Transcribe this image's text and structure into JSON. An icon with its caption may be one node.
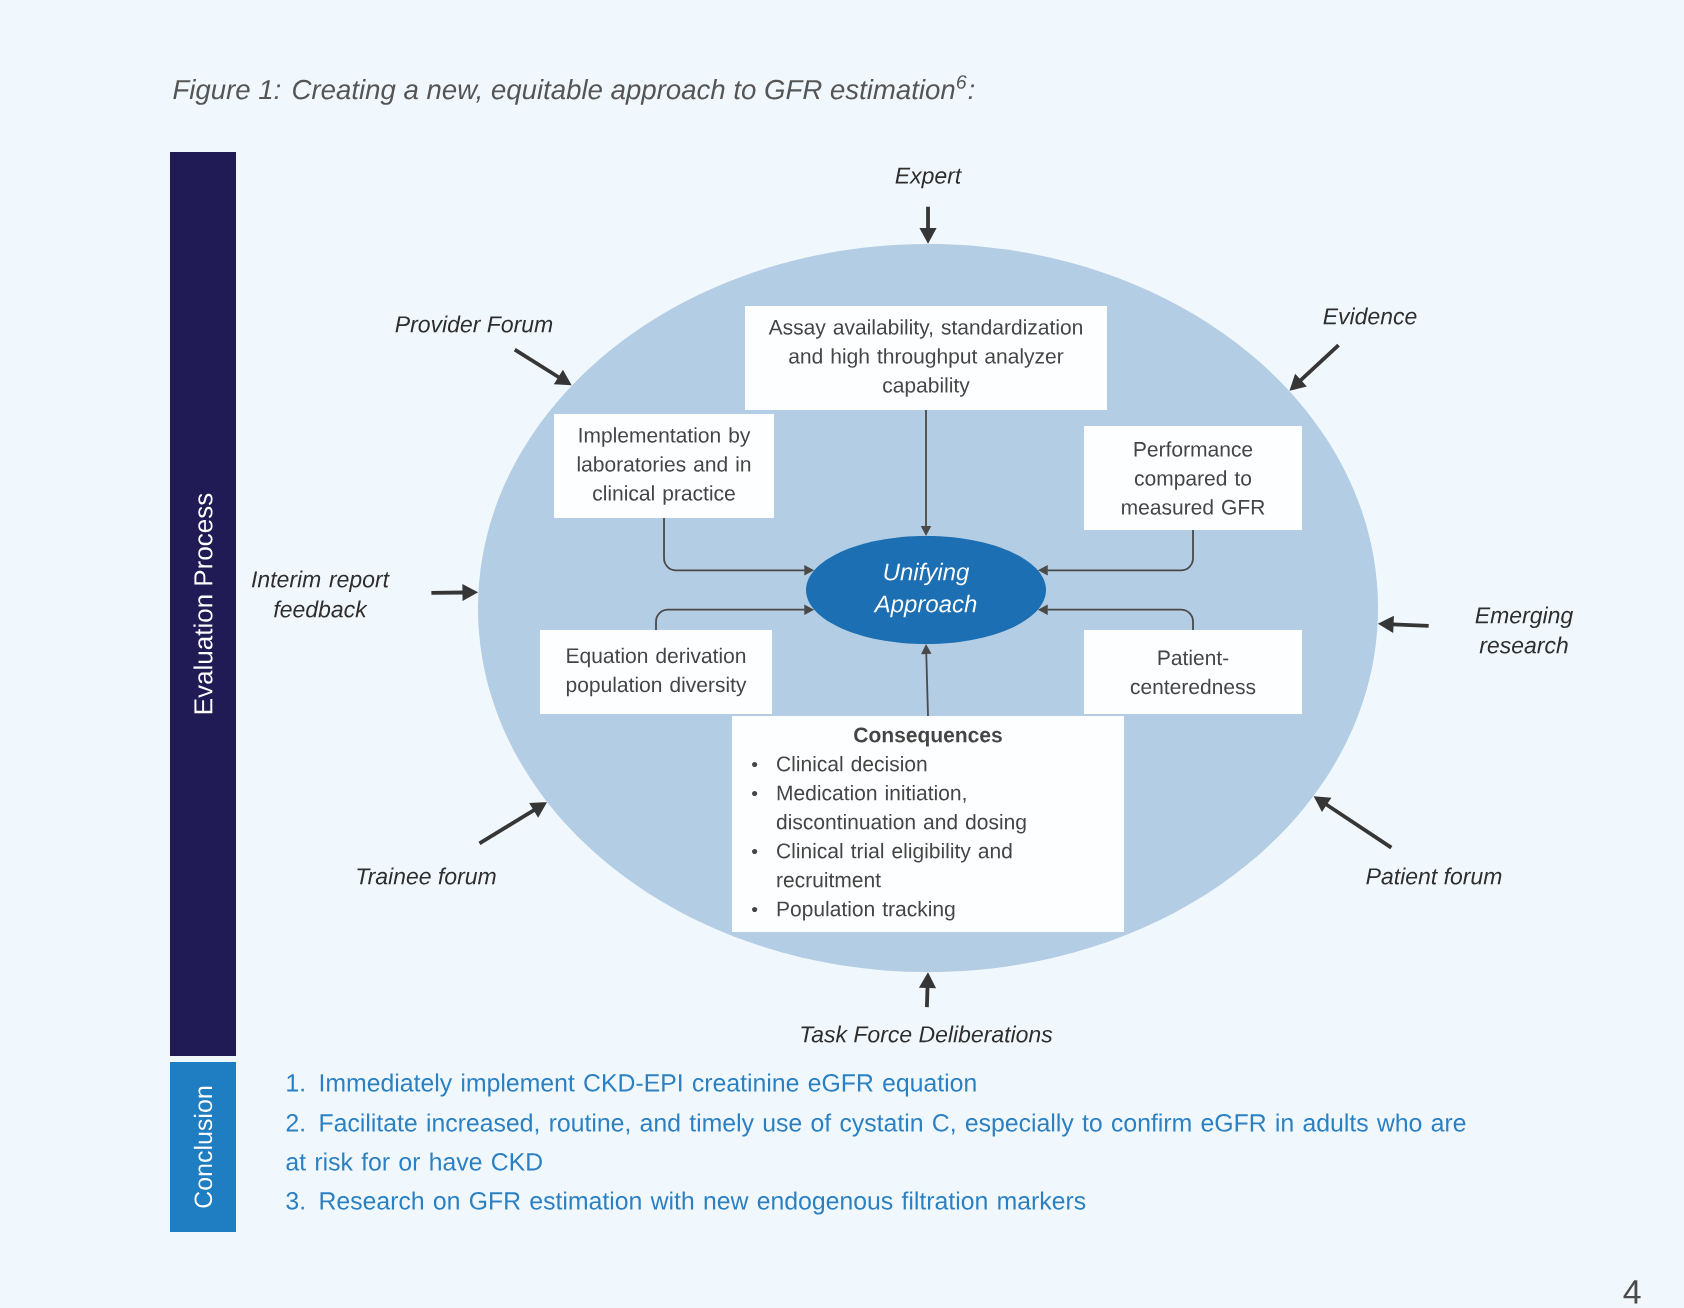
{
  "diagram": {
    "title": "Figure 1: Creating a new, equitable approach to GFR estimation$^{6}$:",
    "nodes": [
      {
        "text": [
          "Evaluation Process"
        ]
      },
      {
        "text": [
          "Conclusion"
        ]
      },
      {
        "text": [],
        "shape": "ellipse"
      },
      {
        "text": [
          "Assay availability, standardization and high throughput analyzer capability"
        ],
        "in": 2
      },
      {
        "text": [
          "Implementation by laboratories and in clinical practice"
        ],
        "in": 2
      },
      {
        "text": [
          "Performance compared to measured GFR"
        ],
        "in": 2
      },
      {
        "text": [
          "Unifying Approach"
        ],
        "in": 2
      },
      {
        "text": [
          "Equation derivation population diversity"
        ],
        "in": 2
      },
      {
        "text": [
          "Patient-centeredness"
        ],
        "in": 2
      },
      {
        "text": [
          "Consequences",
          "Clinical decision",
          "Medication initiation, discontinuation and dosing",
          "Clinical trial eligibility and recruitment",
          "Population tracking"
        ],
        "in": 2
      },
      {
        "text": [
          "Expert"
        ]
      },
      {
        "text": [
          "Provider Forum"
        ]
      },
      {
        "text": [
          "Evidence"
        ]
      },
      {
        "text": [
          "Interim report feedback"
        ]
      },
      {
        "text": [
          "Emerging research"
        ]
      },
      {
        "text": [
          "Trainee forum"
        ]
      },
      {
        "text": [
          "Patient forum"
        ]
      },
      {
        "text": [
          "Task Force Deliberations"
        ]
      }
    ],
    "edges": [
      {
        "from": 3,
        "to": 6,
        "arrow": "to"
      },
      {
        "from": 4,
        "to": 6,
        "arrow": "to"
      },
      {
        "from": 5,
        "to": 6,
        "arrow": "to"
      },
      {
        "from": 7,
        "to": 6,
        "arrow": "to"
      },
      {
        "from": 8,
        "to": 6,
        "arrow": "to"
      },
      {
        "from": 9,
        "to": 6,
        "arrow": "to"
      },
      {
        "from": 10,
        "to": 2,
        "arrow": "to"
      },
      {
        "from": 11,
        "to": 2,
        "arrow": "to"
      },
      {
        "from": 12,
        "to": 2,
        "arrow": "to"
      },
      {
        "from": 13,
        "to": 2,
        "arrow": "to"
      },
      {
        "from": 14,
        "to": 2,
        "arrow": "to"
      },
      {
        "from": 15,
        "to": 2,
        "arrow": "to"
      },
      {
        "from": 16,
        "to": 2,
        "arrow": "to"
      },
      {
        "from": 17,
        "to": 2,
        "arrow": "to"
      }
    ],
    "labels": [
      "1. Immediately implement CKD-EPI creatinine eGFR equation",
      "2. Facilitate increased, routine, and timely use of cystatin C, especially to confirm eGFR in adults who are at risk for or have CKD",
      "3. Research on GFR estimation with new endogenous filtration markers",
      "4"
    ]
  }
}
